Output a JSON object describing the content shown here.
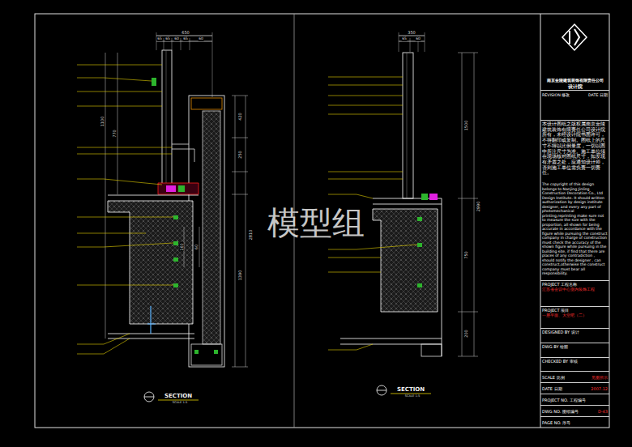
{
  "diagram": {
    "nodes": [
      {
        "text": [
          "南京金陵建筑装饰有限责任公司",
          "设计院"
        ]
      },
      {
        "text": [
          "REVISION 修改",
          "DATE 日期"
        ]
      },
      {
        "text": [
          "本设计图纸之版权属南京金陵建筑装饰有限责任公司设计院所有，未经设计院书面许可，不得翻印或复制。图纸上的尺寸不得以比例量度，一切以图中所注尺寸为准。施工单位须在现场核对图纸尺寸，如发现有矛盾之处，应通知设计师，否则施工单位需负责一切责任。",
          "The copyright of this design belongs to Nanjing Jinling Construction Decoration Co., Ltd Design Institute. It should written authorization by design institute designer, and every any part of photomechanical printing,reprinting make sure not to measure the size with the proportion, all shown for being accurate in accordance with the figure while pursuing the construct company in charge of construction must check the accuracy of the shown figure while pursuing in the building site, if find that there are places of any contradiction , should notify the designer , can construct,otherwise the construct company must bear all responsibility."
        ]
      },
      {
        "text": [
          "PROJECT 工程名称",
          "江苏省会议中心室内装饰工程"
        ]
      },
      {
        "text": [
          "PROJECT 项目",
          "一层平面、大堂吧（二）"
        ]
      },
      {
        "text": [
          "DESIGNED BY 设计"
        ]
      },
      {
        "text": [
          "DWG BY 绘图"
        ]
      },
      {
        "text": [
          "CHECKED BY 审核"
        ]
      },
      {
        "text": [
          "SCALE 比例",
          "见图所示"
        ]
      },
      {
        "text": [
          "DATE 日期",
          "2007.12"
        ]
      },
      {
        "text": [
          "PROJECT NO. 工程编号"
        ]
      },
      {
        "text": [
          "DWG NO. 图纸编号",
          "D-43"
        ]
      },
      {
        "text": [
          "PAGE NO. 序号"
        ]
      }
    ],
    "labels": [
      "650",
      "65",
      "65",
      "60",
      "65",
      "60",
      "1100",
      "770",
      "420",
      "250",
      "1390",
      "2810",
      "160",
      "60",
      "350",
      "65",
      "60",
      "1500",
      "750",
      "2990",
      "200",
      "SECTION",
      "SCALE 1:5",
      "SECTION",
      "SCALE 1:5",
      "模型组"
    ]
  }
}
